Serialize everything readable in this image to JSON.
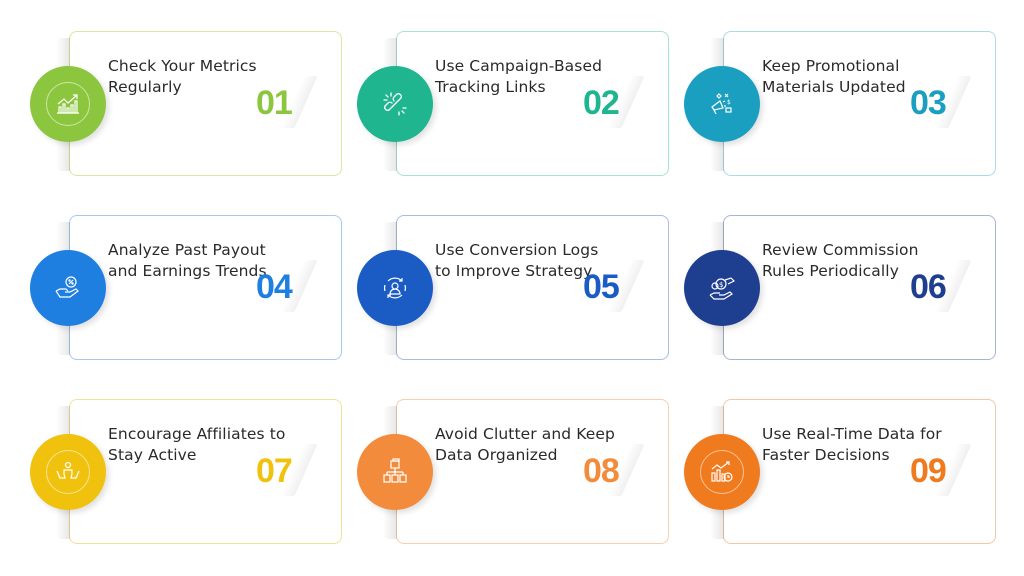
{
  "cards": [
    {
      "number": "01",
      "title": "Check Your Metrics Regularly",
      "icon": "chart-growth-icon",
      "accent": "#8cc63f",
      "border": "#d6ea9f"
    },
    {
      "number": "02",
      "title": "Use Campaign-Based Tracking Links",
      "icon": "link-icon",
      "accent": "#1fb58f",
      "border": "#a6e3d2"
    },
    {
      "number": "03",
      "title": "Keep Promotional Materials Updated",
      "icon": "megaphone-icon",
      "accent": "#1a9fc0",
      "border": "#a9dbe8"
    },
    {
      "number": "04",
      "title": "Analyze Past Payout and Earnings Trends",
      "icon": "hand-percent-icon",
      "accent": "#1e7fe0",
      "border": "#a8c9ee"
    },
    {
      "number": "05",
      "title": "Use Conversion Logs to Improve Strategy",
      "icon": "user-cycle-icon",
      "accent": "#1b5cc4",
      "border": "#a9bde0"
    },
    {
      "number": "06",
      "title": "Review Commission Rules Periodically",
      "icon": "money-exchange-icon",
      "accent": "#1e3f8f",
      "border": "#a9b5cf"
    },
    {
      "number": "07",
      "title": "Encourage Affiliates to Stay Active",
      "icon": "person-support-icon",
      "accent": "#f0c20e",
      "border": "#f3e19a"
    },
    {
      "number": "08",
      "title": "Avoid Clutter and Keep Data Organized",
      "icon": "data-hierarchy-icon",
      "accent": "#f28c3c",
      "border": "#f5cfae"
    },
    {
      "number": "09",
      "title": "Use Real-Time Data for Faster Decisions",
      "icon": "realtime-chart-icon",
      "accent": "#f07a1e",
      "border": "#f5c7a3"
    }
  ]
}
